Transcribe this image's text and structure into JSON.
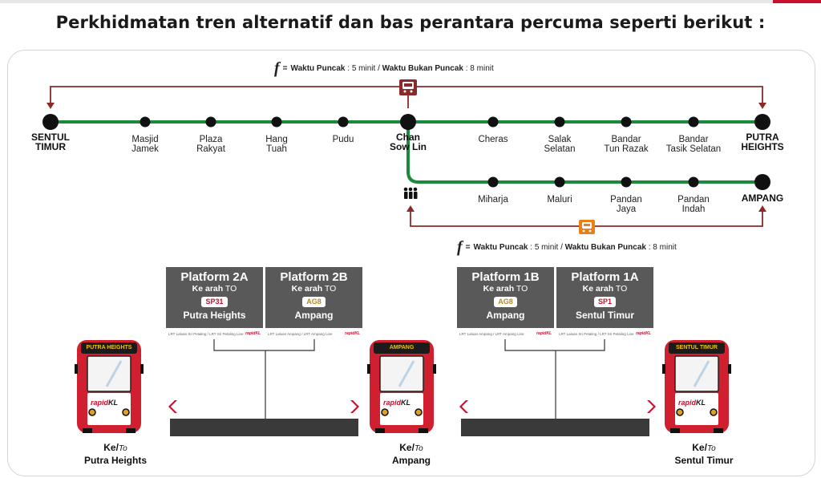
{
  "heading": "Perkhidmatan tren alternatif dan bas perantara percuma seperti berikut :",
  "frequency": {
    "symbol": "f",
    "eq": "=",
    "peak_label": "Waktu Puncak",
    "peak_value": ": 5 minit /",
    "offpeak_label": "Waktu Bukan Puncak",
    "offpeak_value": ": 8 minit"
  },
  "line_color": "#1b8a3a",
  "stations_top": [
    {
      "name": "SENTUL\nTIMUR",
      "major": true
    },
    {
      "name": "Masjid\nJamek"
    },
    {
      "name": "Plaza\nRakyat"
    },
    {
      "name": "Hang\nTuah"
    },
    {
      "name": "Pudu"
    },
    {
      "name": "Chan\nSow Lin",
      "major": true
    },
    {
      "name": "Cheras"
    },
    {
      "name": "Salak\nSelatan"
    },
    {
      "name": "Bandar\nTun Razak"
    },
    {
      "name": "Bandar\nTasik Selatan"
    },
    {
      "name": "PUTRA\nHEIGHTS",
      "major": true
    }
  ],
  "stations_bottom": [
    {
      "name": "Miharja"
    },
    {
      "name": "Maluri"
    },
    {
      "name": "Pandan\nJaya"
    },
    {
      "name": "Pandan\nIndah"
    },
    {
      "name": "AMPANG",
      "major": true
    }
  ],
  "signs": [
    {
      "left": {
        "platform": "Platform 2A",
        "dir": "Ke arah",
        "to": "TO",
        "code": "SP31",
        "code_style": "red",
        "dest": "Putra Heights"
      },
      "right": {
        "platform": "Platform 2B",
        "dir": "Ke arah",
        "to": "TO",
        "code": "AG8",
        "code_style": "gold",
        "dest": "Ampang"
      },
      "foot_left": "LRT Laluan Sri Petaling / LRT Sri Petaling Line",
      "foot_right": "LRT Laluan Ampang / LRT Ampang Line",
      "mini": "rapidKL"
    },
    {
      "left": {
        "platform": "Platform 1B",
        "dir": "Ke arah",
        "to": "TO",
        "code": "AG8",
        "code_style": "gold",
        "dest": "Ampang"
      },
      "right": {
        "platform": "Platform 1A",
        "dir": "Ke arah",
        "to": "TO",
        "code": "SP1",
        "code_style": "red",
        "dest": "Sentul Timur"
      },
      "foot_left": "LRT Laluan Ampang / LRT Ampang Line",
      "foot_right": "LRT Laluan Sri Petaling / LRT Sri Petaling Line",
      "mini": "rapidKL"
    }
  ],
  "buses": [
    {
      "display": "PUTRA HEIGHTS",
      "brand_a": "rapid",
      "brand_b": "KL",
      "ke": "Ke/",
      "to": "To",
      "dest": "Putra Heights"
    },
    {
      "display": "AMPANG",
      "brand_a": "rapid",
      "brand_b": "KL",
      "ke": "Ke/",
      "to": "To",
      "dest": "Ampang"
    },
    {
      "display": "SENTUL TIMUR",
      "brand_a": "rapid",
      "brand_b": "KL",
      "ke": "Ke/",
      "to": "To",
      "dest": "Sentul Timur"
    }
  ],
  "colors": {
    "bus_red": "#d0202f",
    "dark": "#1a1a1a",
    "grey_sign": "#595959",
    "arrow_red": "#c8102e",
    "loop_line": "#8b2a2a",
    "train_icon": "#7a1f1f",
    "train_icon_orange": "#e8801a"
  }
}
